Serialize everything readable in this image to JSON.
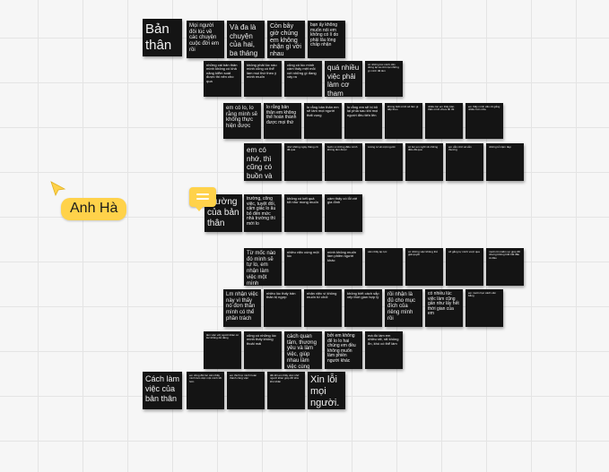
{
  "board": {
    "collaborator": {
      "name": "Anh Hà",
      "color": "#ffd24a"
    },
    "sticky_color": "#141414",
    "sticky_text_color": "#f2f2f2",
    "notes": [
      {
        "id": "n1",
        "text": "Bản thân"
      },
      {
        "id": "n2",
        "text": "Mọi người đôi lúc về các chuyện cuộc đời em rồi"
      },
      {
        "id": "n3",
        "text": "Và đa là chuyện của hai, ba tháng trước"
      },
      {
        "id": "n4",
        "text": "Còn bây giờ chúng em không nhận gì với nhau"
      },
      {
        "id": "n5",
        "text": "bạn ấy không muốn nói em không có lí do phải lâu lòng chấp nhận"
      },
      {
        "id": "n6",
        "text": "những cái bản thân mình không có khả năng kiểm soát được thì nên cho qua"
      },
      {
        "id": "n7",
        "text": "không phải lúc nào mình cũng có thể làm mọi thứ theo ý mình muốn"
      },
      {
        "id": "n8",
        "text": "cũng có lúc mình cảm thấy mệt mỏi với những gì đang xảy ra"
      },
      {
        "id": "n9",
        "text": "quá nhiều việc phải làm cơ tham vọng lớn"
      },
      {
        "id": "n10",
        "text": "có những lúc mình cần dừng lại và nhìn lại những gì mình đã làm"
      },
      {
        "id": "n11",
        "text": "em có lo, lo rằng mình sẽ không thực hiện được"
      },
      {
        "id": "n12",
        "text": "lo rằng bản thân em không thể hoàn thành được mọi thứ"
      },
      {
        "id": "n13",
        "text": "lo rằng bản thân em sẽ làm mọi người thất vọng"
      },
      {
        "id": "n14",
        "text": "lo rằng em sẽ bị bỏ lại phía sau khi mọi người đều tiến lên"
      },
      {
        "id": "n15",
        "text": "không biết mình sẽ làm gì tiếp theo"
      },
      {
        "id": "n16",
        "text": "nhiều lúc em thấy bản thân mình chưa đủ tốt"
      },
      {
        "id": "n17",
        "text": "em thấy mình cần cố gắng nhiều hơn nữa"
      },
      {
        "id": "n18",
        "text": "em có nhớ, thì cũng có buồn và tương tư"
      },
      {
        "id": "n19",
        "text": "nhớ những ngày tháng cũ đã qua"
      },
      {
        "id": "n20",
        "text": "buồn vì những điều mình không làm được"
      },
      {
        "id": "n21",
        "text": "tương tư về một người"
      },
      {
        "id": "n22",
        "text": "có lúc em nghĩ về những điều đã qua"
      },
      {
        "id": "n23",
        "text": "em vẫn nhớ và vẫn thương"
      },
      {
        "id": "n24",
        "text": "những kỉ niệm đẹp"
      },
      {
        "id": "n25",
        "text": "Trường của bản thân"
      },
      {
        "id": "n26",
        "text": "trường, công việc, tuyệt đối, cảm giác lo âu bỏ đến mức nhà trường thì mới lo"
      },
      {
        "id": "n27",
        "text": "không có kết quả tốt như mong muốn"
      },
      {
        "id": "n28",
        "text": "cảm thấy có lỗi với gia đình"
      },
      {
        "id": "n29",
        "text": "Từ mốc nào đó mình sẽ tự lo, em nhận làm việc một mình"
      },
      {
        "id": "n30",
        "text": "nhiều việc cùng một lúc"
      },
      {
        "id": "n31",
        "text": "mình không muốn làm phiền người khác"
      },
      {
        "id": "n32",
        "text": "cảm thấy áp lực"
      },
      {
        "id": "n33",
        "text": "có những việc không thể giải quyết"
      },
      {
        "id": "n34",
        "text": "cố gắng tự mình vượt qua"
      },
      {
        "id": "n35",
        "text": "muốn tìm kiếm sự giúp đỡ nhưng không biết bắt đầu từ đâu"
      },
      {
        "id": "n36",
        "text": "Lm nhận việc này vì thấy nó đơn thân mình có thể phần trách"
      },
      {
        "id": "n37",
        "text": "nhiều lúc thấy bản thân bị ngợp"
      },
      {
        "id": "n38",
        "text": "nhận việc vì không muốn từ chối"
      },
      {
        "id": "n39",
        "text": "không biết cách sắp xếp thời gian hợp lý"
      },
      {
        "id": "n40",
        "text": "rồi nhận là đủ cho mục đích của riêng mình rồi"
      },
      {
        "id": "n41",
        "text": "có nhiều lúc việc làm cũng gần như lấy hết thời gian của em"
      },
      {
        "id": "n42",
        "text": "em muốn học cách cân bằng"
      },
      {
        "id": "n43",
        "text": "làm việc với người khác có lúc không dễ dàng"
      },
      {
        "id": "n44",
        "text": "cũng có những lúc mình thấy không thoải mái"
      },
      {
        "id": "n45",
        "text": "cách quan tâm, thương yêu và làm việc, giúp nhau làm việc cùng nhau"
      },
      {
        "id": "n46",
        "text": "bởi em không để lo lo hai chúng em đều không muốn làm phiền người khác"
      },
      {
        "id": "n47",
        "text": "mà đó làm em nhiều rất, rất không ổn, khó có thể làm"
      },
      {
        "id": "n48",
        "text": "Cách làm việc của bản thân"
      },
      {
        "id": "n49",
        "text": "em cũng đôi lúc cảm thấy mình làm việc một mình tốt hơn"
      },
      {
        "id": "n50",
        "text": "em thích tự mình hoàn thành công việc"
      },
      {
        "id": "n51",
        "text": "đôi khi em thấy việc nhờ người khác giúp đỡ khá khó khăn"
      },
      {
        "id": "n52",
        "text": "Xin lỗi mọi người."
      }
    ]
  }
}
